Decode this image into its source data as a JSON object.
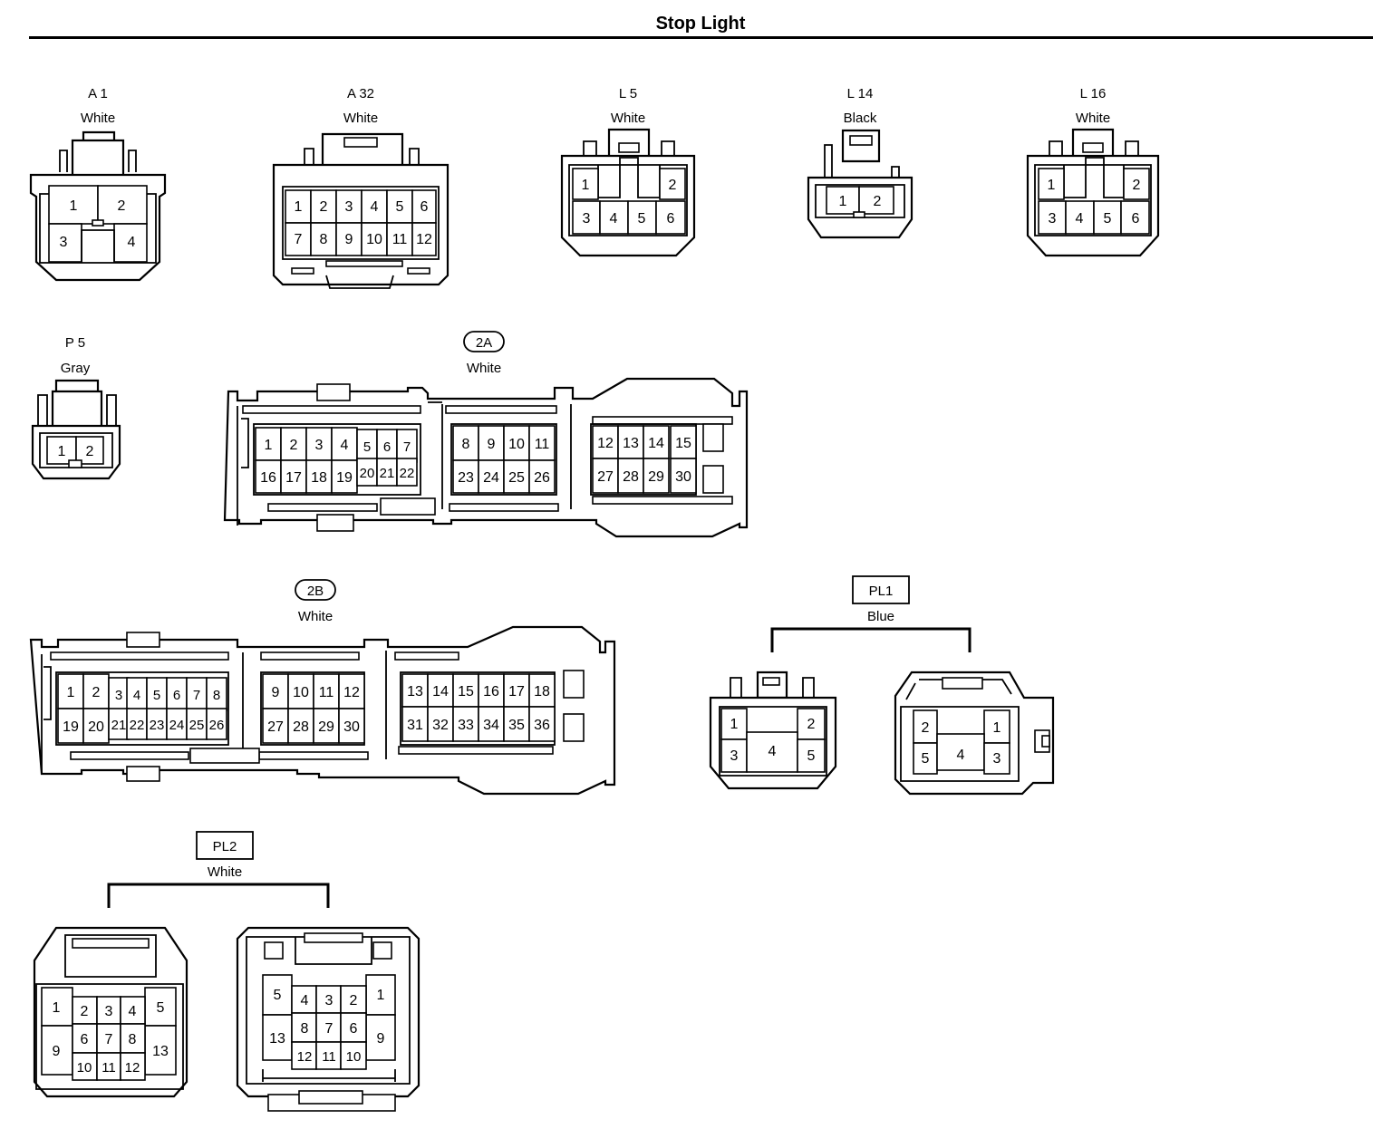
{
  "title": "Stop Light",
  "connectors": {
    "a1": {
      "code": "A 1",
      "color": "White",
      "pins": [
        "1",
        "2",
        "3",
        "4"
      ]
    },
    "a32": {
      "code": "A 32",
      "color": "White",
      "pins": [
        "1",
        "2",
        "3",
        "4",
        "5",
        "6",
        "7",
        "8",
        "9",
        "10",
        "11",
        "12"
      ]
    },
    "l5": {
      "code": "L 5",
      "color": "White",
      "pins": [
        "1",
        "2",
        "3",
        "4",
        "5",
        "6"
      ]
    },
    "l14": {
      "code": "L 14",
      "color": "Black",
      "pins": [
        "1",
        "2"
      ]
    },
    "l16": {
      "code": "L 16",
      "color": "White",
      "pins": [
        "1",
        "2",
        "3",
        "4",
        "5",
        "6"
      ]
    },
    "p5": {
      "code": "P 5",
      "color": "Gray",
      "pins": [
        "1",
        "2"
      ]
    },
    "c2a": {
      "code": "2A",
      "color": "White",
      "pins": [
        "1",
        "2",
        "3",
        "4",
        "5",
        "6",
        "7",
        "8",
        "9",
        "10",
        "11",
        "12",
        "13",
        "14",
        "15",
        "16",
        "17",
        "18",
        "19",
        "20",
        "21",
        "22",
        "23",
        "24",
        "25",
        "26",
        "27",
        "28",
        "29",
        "30"
      ]
    },
    "c2b": {
      "code": "2B",
      "color": "White",
      "pins": [
        "1",
        "2",
        "3",
        "4",
        "5",
        "6",
        "7",
        "8",
        "9",
        "10",
        "11",
        "12",
        "13",
        "14",
        "15",
        "16",
        "17",
        "18",
        "19",
        "20",
        "21",
        "22",
        "23",
        "24",
        "25",
        "26",
        "27",
        "28",
        "29",
        "30",
        "31",
        "32",
        "33",
        "34",
        "35",
        "36"
      ]
    },
    "pl1": {
      "code": "PL1",
      "color": "Blue",
      "pins": [
        "1",
        "2",
        "3",
        "4",
        "5"
      ]
    },
    "pl2": {
      "code": "PL2",
      "color": "White",
      "pins": [
        "1",
        "2",
        "3",
        "4",
        "5",
        "6",
        "7",
        "8",
        "9",
        "10",
        "11",
        "12",
        "13"
      ]
    }
  }
}
